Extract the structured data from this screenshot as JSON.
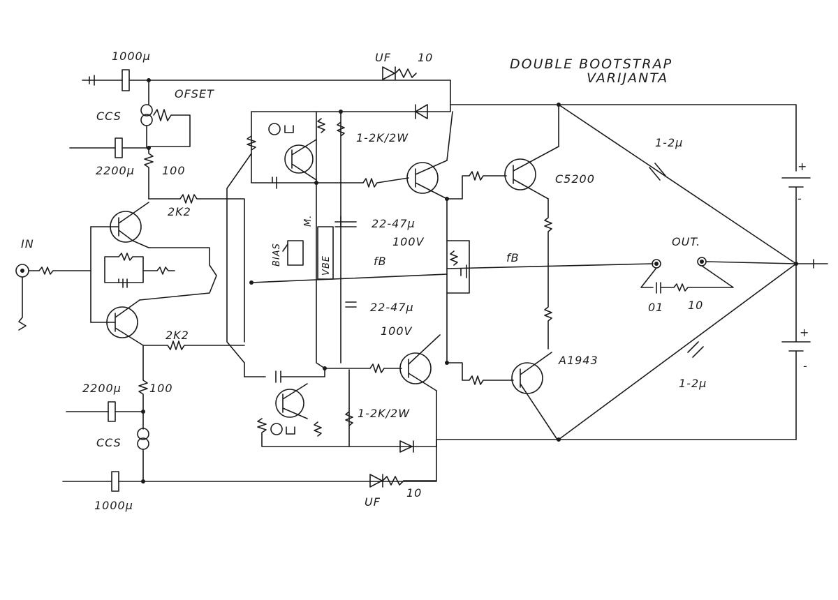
{
  "title": {
    "line1": "DOUBLE BOOTSTRAP",
    "line2": "VARIJANTA"
  },
  "labels": {
    "cap_top": "1000µ",
    "diode_top_type": "UF",
    "diode_top_r": "10",
    "offset": "OFSET",
    "ccs_top": "CCS",
    "cap_top2": "2200µ",
    "r_top2": "100",
    "r_2k2_top": "2K2",
    "r_1_2k_top": "1-2K/2W",
    "cap_boot_top": "22-47µ",
    "cap_boot_top_v": "100V",
    "fb_left": "fB",
    "fb_right": "fB",
    "bias": "BIAS",
    "m": "M.",
    "vbe": "VBE",
    "cap_boot_bot": "22-47µ",
    "cap_boot_bot_v": "100V",
    "out_top_transistor": "C5200",
    "out_bot_transistor": "A1943",
    "cap_out_top": "1-2µ",
    "cap_out_bot": "1-2µ",
    "out": "OUT.",
    "zobel_c": "01",
    "zobel_r": "10",
    "in": "IN",
    "r_2k2_bot": "2K2",
    "cap_bot2": "2200µ",
    "r_bot2": "100",
    "ccs_bot": "CCS",
    "cap_bot": "1000µ",
    "diode_bot_type": "UF",
    "diode_bot_r": "10",
    "plus_top": "+",
    "minus_top": "-",
    "plus_bot": "+",
    "minus_bot": "-"
  }
}
